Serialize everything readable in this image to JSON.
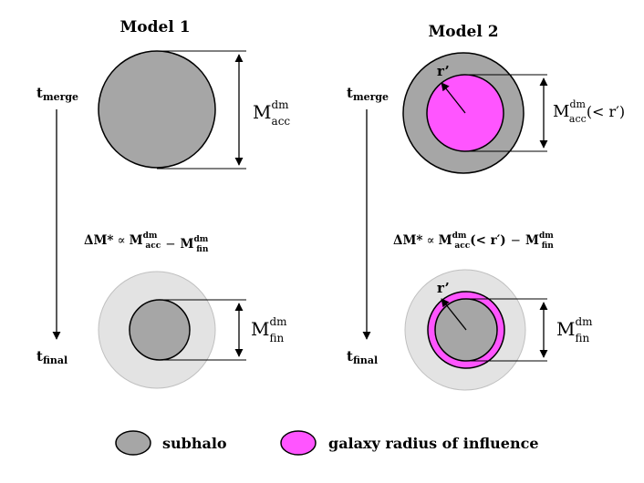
{
  "panels": {
    "model1": {
      "title": "Model 1",
      "t_merge": {
        "base": "t",
        "sub": "merge"
      },
      "t_final": {
        "base": "t",
        "sub": "final"
      },
      "top_mass": {
        "base": "M",
        "sup": "dm",
        "sub": "acc",
        "suffix": ""
      },
      "bottom_mass": {
        "base": "M",
        "sup": "dm",
        "sub": "fin",
        "suffix": ""
      },
      "equation": "ΔM* ∝ M_acc^dm − M_fin^dm",
      "eq_parts": {
        "lhs": "ΔM*",
        "prop": "∝",
        "t1_base": "M",
        "t1_sup": "dm",
        "t1_sub": "acc",
        "t1_suffix": "",
        "minus": "−",
        "t2_base": "M",
        "t2_sup": "dm",
        "t2_sub": "fin"
      }
    },
    "model2": {
      "title": "Model 2",
      "t_merge": {
        "base": "t",
        "sub": "merge"
      },
      "t_final": {
        "base": "t",
        "sub": "final"
      },
      "radius_label_top": "r’",
      "radius_label_bottom": "r’",
      "top_mass": {
        "base": "M",
        "sup": "dm",
        "sub": "acc",
        "suffix": "(< r′)"
      },
      "bottom_mass": {
        "base": "M",
        "sup": "dm",
        "sub": "fin",
        "suffix": ""
      },
      "equation": "ΔM* ∝ M_acc^dm(< r′) − M_fin^dm",
      "eq_parts": {
        "lhs": "ΔM*",
        "prop": "∝",
        "t1_base": "M",
        "t1_sup": "dm",
        "t1_sub": "acc",
        "t1_suffix": "(< r′)",
        "minus": "−",
        "t2_base": "M",
        "t2_sup": "dm",
        "t2_sub": "fin"
      }
    }
  },
  "legend": {
    "subhalo": "subhalo",
    "influence": "galaxy radius of influence"
  },
  "colors": {
    "subhalo_fill": "#a6a6a6",
    "influence_fill": "#ff55ff",
    "outer_halo_fill": "#e3e3e3",
    "stroke": "#000000"
  }
}
